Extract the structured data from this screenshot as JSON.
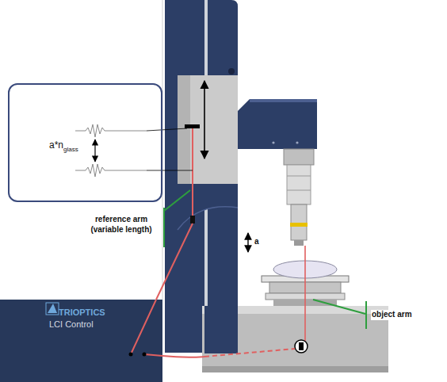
{
  "diagram": {
    "nodes": [
      {
        "text": [
          "a*n",
          "glass"
        ]
      },
      {
        "text": [
          "TRIOPTICS",
          "LCI Control"
        ]
      }
    ],
    "labels": [
      "reference arm (variable length)",
      "a",
      "object arm"
    ]
  }
}
